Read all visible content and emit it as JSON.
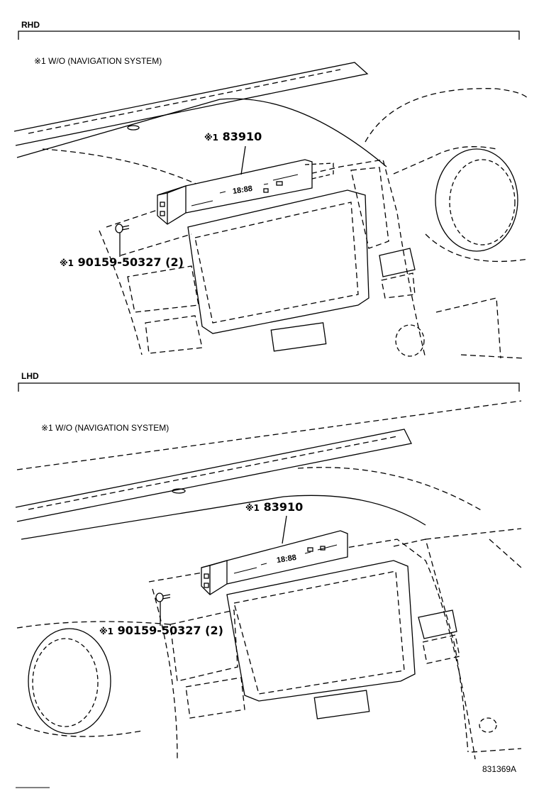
{
  "sections": [
    {
      "label": "RHD",
      "note": "※1  W/O (NAVIGATION SYSTEM)",
      "callouts": [
        {
          "mark": "※1",
          "part": "83910"
        },
        {
          "mark": "※1",
          "part": "90159-50327 (2)"
        }
      ]
    },
    {
      "label": "LHD",
      "note": "※1  W/O (NAVIGATION SYSTEM)",
      "callouts": [
        {
          "mark": "※1",
          "part": "83910"
        },
        {
          "mark": "※1",
          "part": "90159-50327 (2)"
        }
      ]
    }
  ],
  "clock_display": "18:88",
  "figure_code": "831369A"
}
